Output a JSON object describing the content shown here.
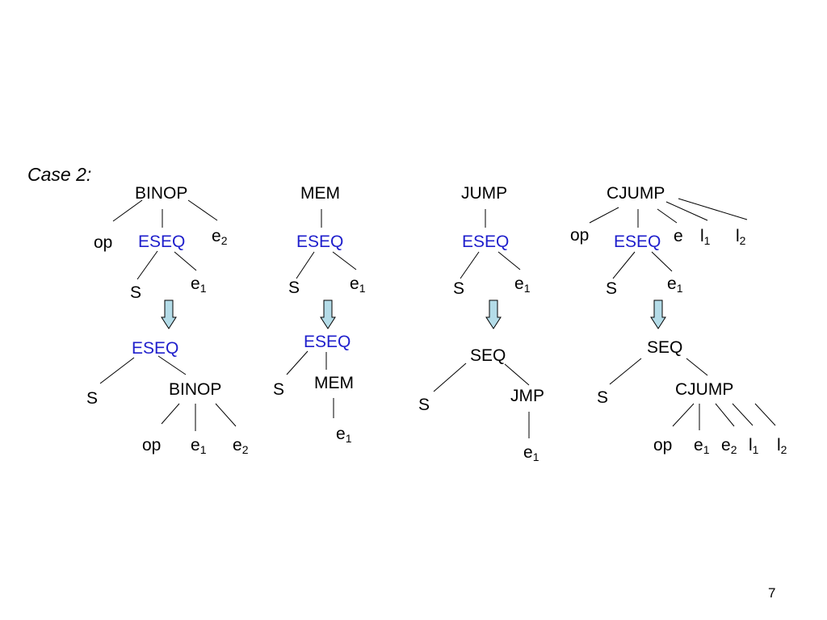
{
  "slide": {
    "title": "Case 2:",
    "page_number": "7",
    "accent_color": "#1f1fcc",
    "arrow_fill": "#b4dce8"
  },
  "labels": {
    "binop": "BINOP",
    "mem": "MEM",
    "jump": "JUMP",
    "cjump": "CJUMP",
    "eseq": "ESEQ",
    "seq": "SEQ",
    "jmp": "JMP",
    "op": "op",
    "s": "S",
    "e": "e",
    "l": "l",
    "sub1": "1",
    "sub2": "2"
  }
}
